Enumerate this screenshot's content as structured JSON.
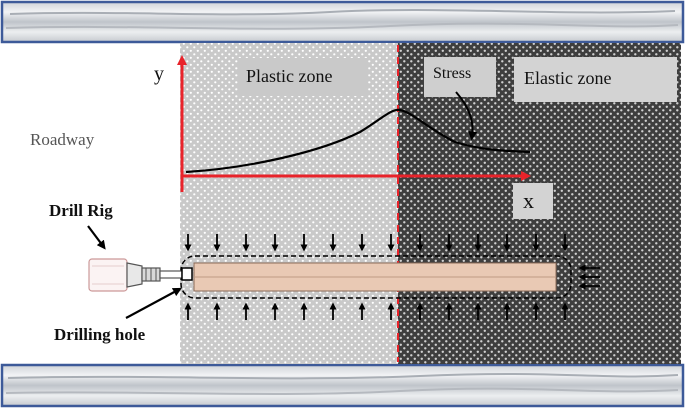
{
  "labels": {
    "roadway": "Roadway",
    "plastic_zone": "Plastic zone",
    "elastic_zone": "Elastic zone",
    "stress": "Stress",
    "axis_y": "y",
    "axis_x": "x",
    "drill_rig": "Drill Rig",
    "drilling_hole": "Drilling hole"
  },
  "colors": {
    "axis": "#e8232a",
    "boundary": "#e8232a",
    "plastic_bg": "#c8c8c8",
    "elastic_bg": "#3c3c3c",
    "rock_band_border": "#3d5a99",
    "hole_fill": "#e9c9b4",
    "curve": "#000000"
  }
}
